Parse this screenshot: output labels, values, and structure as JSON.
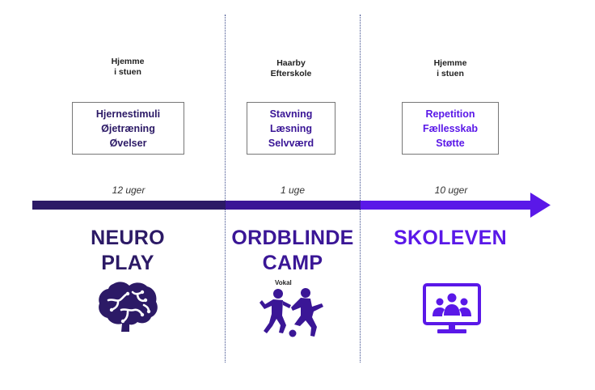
{
  "colors": {
    "phase1": "#2c1a66",
    "phase2": "#3a1696",
    "phase3": "#5a18e8",
    "text_dark": "#222222",
    "box_border": "#777777",
    "divider": "#3a4a8a"
  },
  "phases": [
    {
      "location_line1": "Hjemme",
      "location_line2": "i stuen",
      "activities": [
        "Hjernestimuli",
        "Øjetræning",
        "Øvelser"
      ],
      "duration": "12 uger",
      "title_line1": "NEURO",
      "title_line2": "PLAY",
      "icon": "brain-icon"
    },
    {
      "location_line1": "Haarby",
      "location_line2": "Efterskole",
      "activities": [
        "Stavning",
        "Læsning",
        "Selvværd"
      ],
      "duration": "1 uge",
      "title_line1": "ORDBLINDE",
      "title_line2": "CAMP",
      "icon": "football-players-icon",
      "icon_label": "Vokal"
    },
    {
      "location_line1": "Hjemme",
      "location_line2": "i stuen",
      "activities": [
        "Repetition",
        "Fællesskab",
        "Støtte"
      ],
      "duration": "10 uger",
      "title_line1": "SKOLEVEN",
      "icon": "video-meeting-icon"
    }
  ]
}
